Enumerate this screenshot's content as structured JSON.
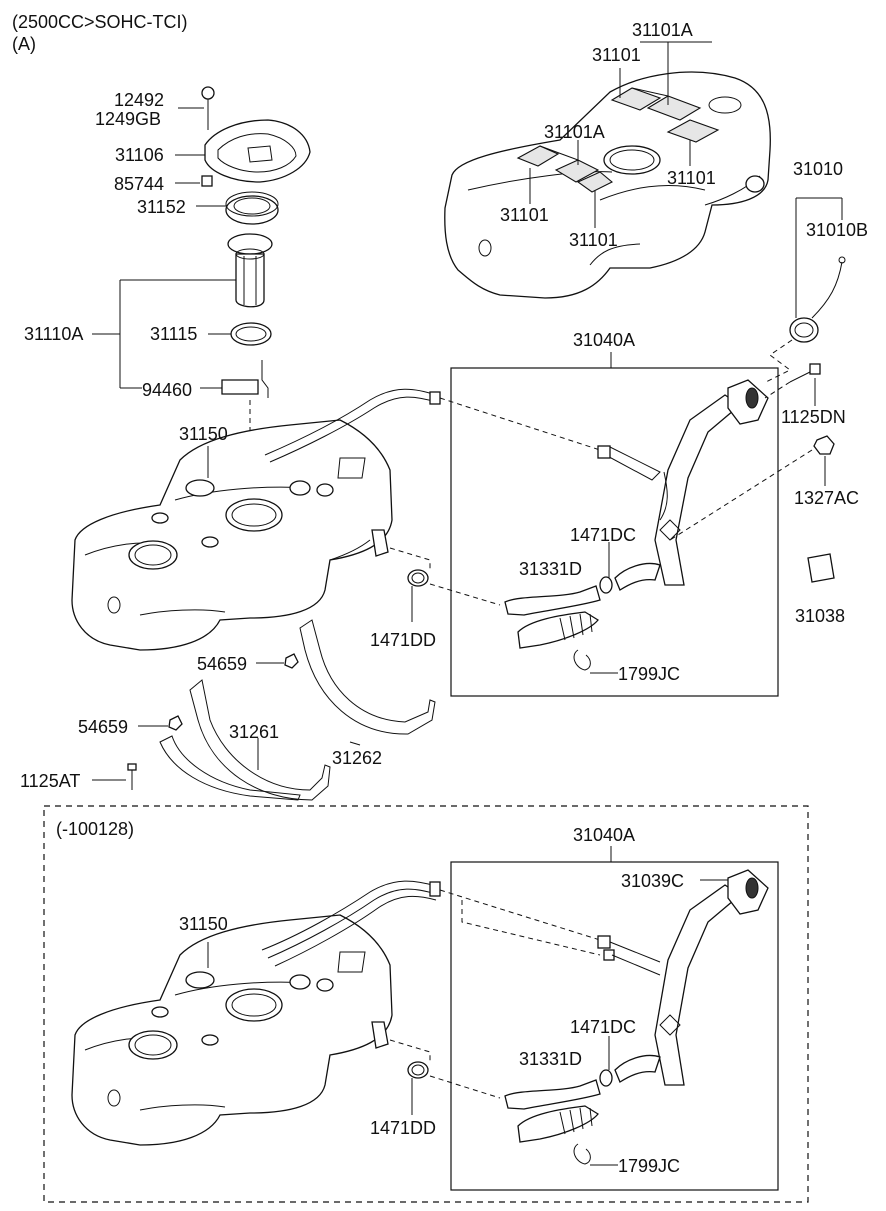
{
  "header": {
    "engine": "(2500CC>SOHC-TCI)",
    "variant": "(A)"
  },
  "lower_section": {
    "range": "(-100128)"
  },
  "labels": {
    "p31101A_top": "31101A",
    "p31101_top": "31101",
    "p31101A_mid": "31101A",
    "p31101_left": "31101",
    "p31101_right": "31101",
    "p31101_center": "31101",
    "p31010": "31010",
    "p31010B": "31010B",
    "p12492": "12492",
    "p1249GB": "1249GB",
    "p31106": "31106",
    "p85744": "85744",
    "p31152": "31152",
    "p31110A": "31110A",
    "p31115": "31115",
    "p94460": "94460",
    "p31040A_top": "31040A",
    "p1125DN": "1125DN",
    "p1327AC": "1327AC",
    "p31150_top": "31150",
    "p1471DC_top": "1471DC",
    "p31331D_top": "31331D",
    "p31038": "31038",
    "p1471DD_top": "1471DD",
    "p54659_a": "54659",
    "p1799JC_top": "1799JC",
    "p54659_b": "54659",
    "p31261": "31261",
    "p31262": "31262",
    "p1125AT": "1125AT",
    "p31040A_bot": "31040A",
    "p31039C": "31039C",
    "p31150_bot": "31150",
    "p1471DC_bot": "1471DC",
    "p31331D_bot": "31331D",
    "p1471DD_bot": "1471DD",
    "p1799JC_bot": "1799JC"
  }
}
